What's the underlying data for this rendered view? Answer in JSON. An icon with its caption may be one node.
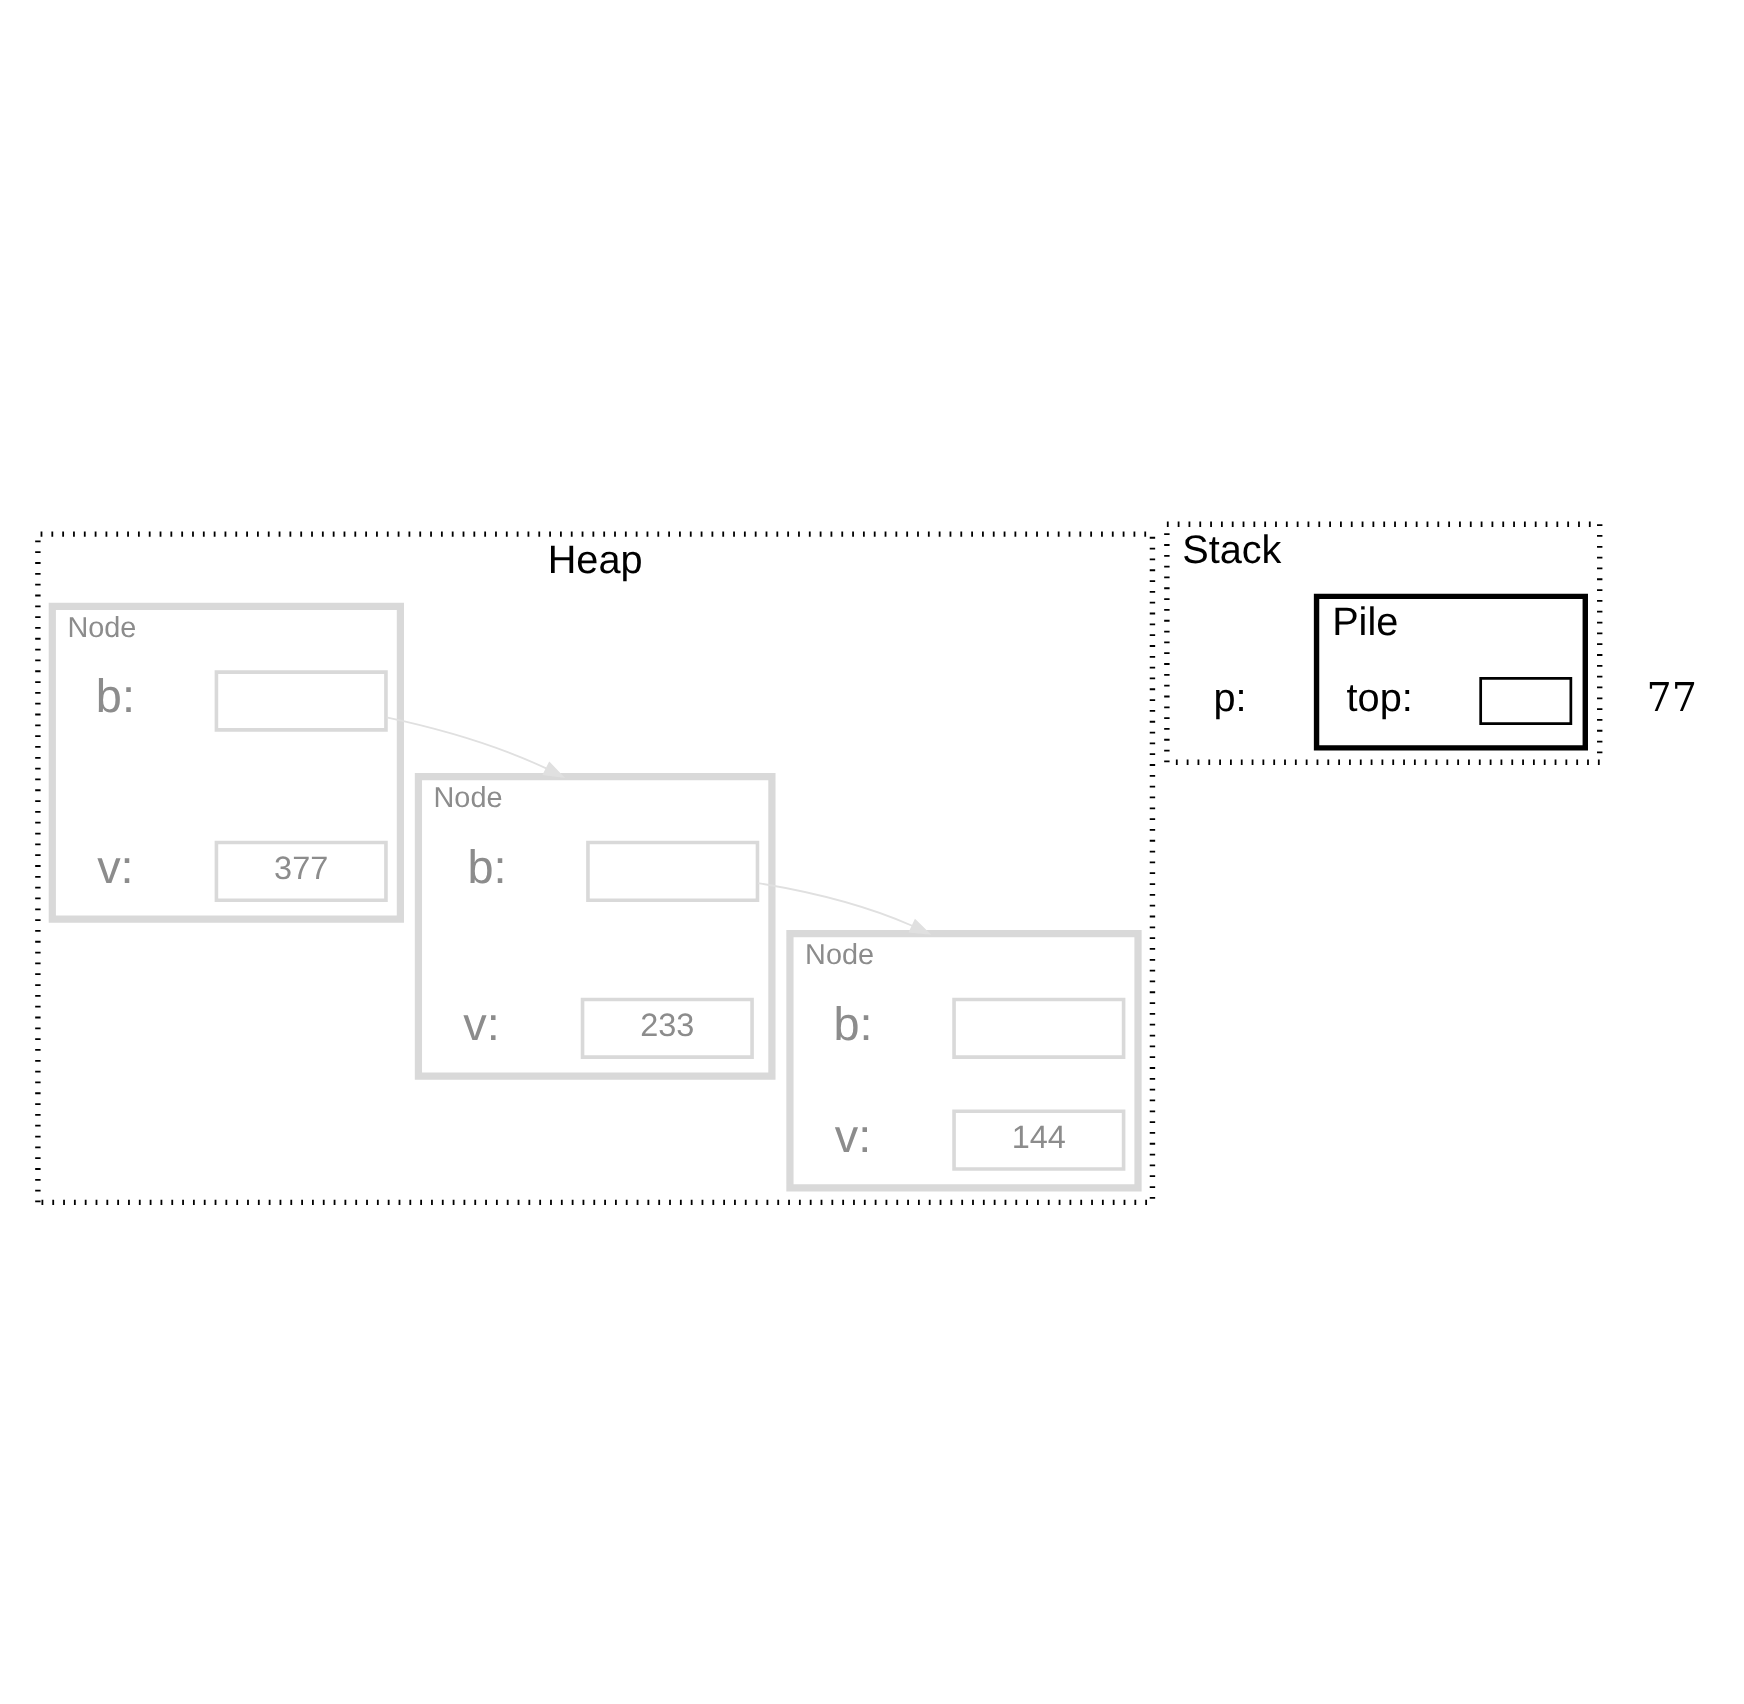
{
  "diagram": {
    "nodes": [
      {
        "text": [
          "Heap"
        ]
      },
      {
        "text": [
          "Node",
          "b:",
          "v:"
        ],
        "in": 0
      },
      {
        "text": [],
        "shape": "box",
        "in": 1
      },
      {
        "text": [
          "377"
        ],
        "in": 1
      },
      {
        "text": [
          "Node",
          "b:",
          "v:"
        ],
        "in": 0
      },
      {
        "text": [],
        "shape": "box",
        "in": 4
      },
      {
        "text": [
          "233"
        ],
        "in": 4
      },
      {
        "text": [
          "Node",
          "b:",
          "v:"
        ],
        "in": 0
      },
      {
        "text": [],
        "shape": "box",
        "in": 7
      },
      {
        "text": [
          "144"
        ],
        "in": 7
      },
      {
        "text": [
          "Stack",
          "p:"
        ]
      },
      {
        "text": [
          "Pile",
          "top:"
        ],
        "in": 10
      },
      {
        "text": [],
        "shape": "box",
        "in": 11
      }
    ],
    "edges": [
      {
        "from": 2,
        "to": 4,
        "arrow": "to",
        "color": "#e0e0e0"
      },
      {
        "from": 5,
        "to": 7,
        "arrow": "to",
        "color": "#e0e0e0"
      }
    ],
    "labels": [
      "77"
    ]
  }
}
